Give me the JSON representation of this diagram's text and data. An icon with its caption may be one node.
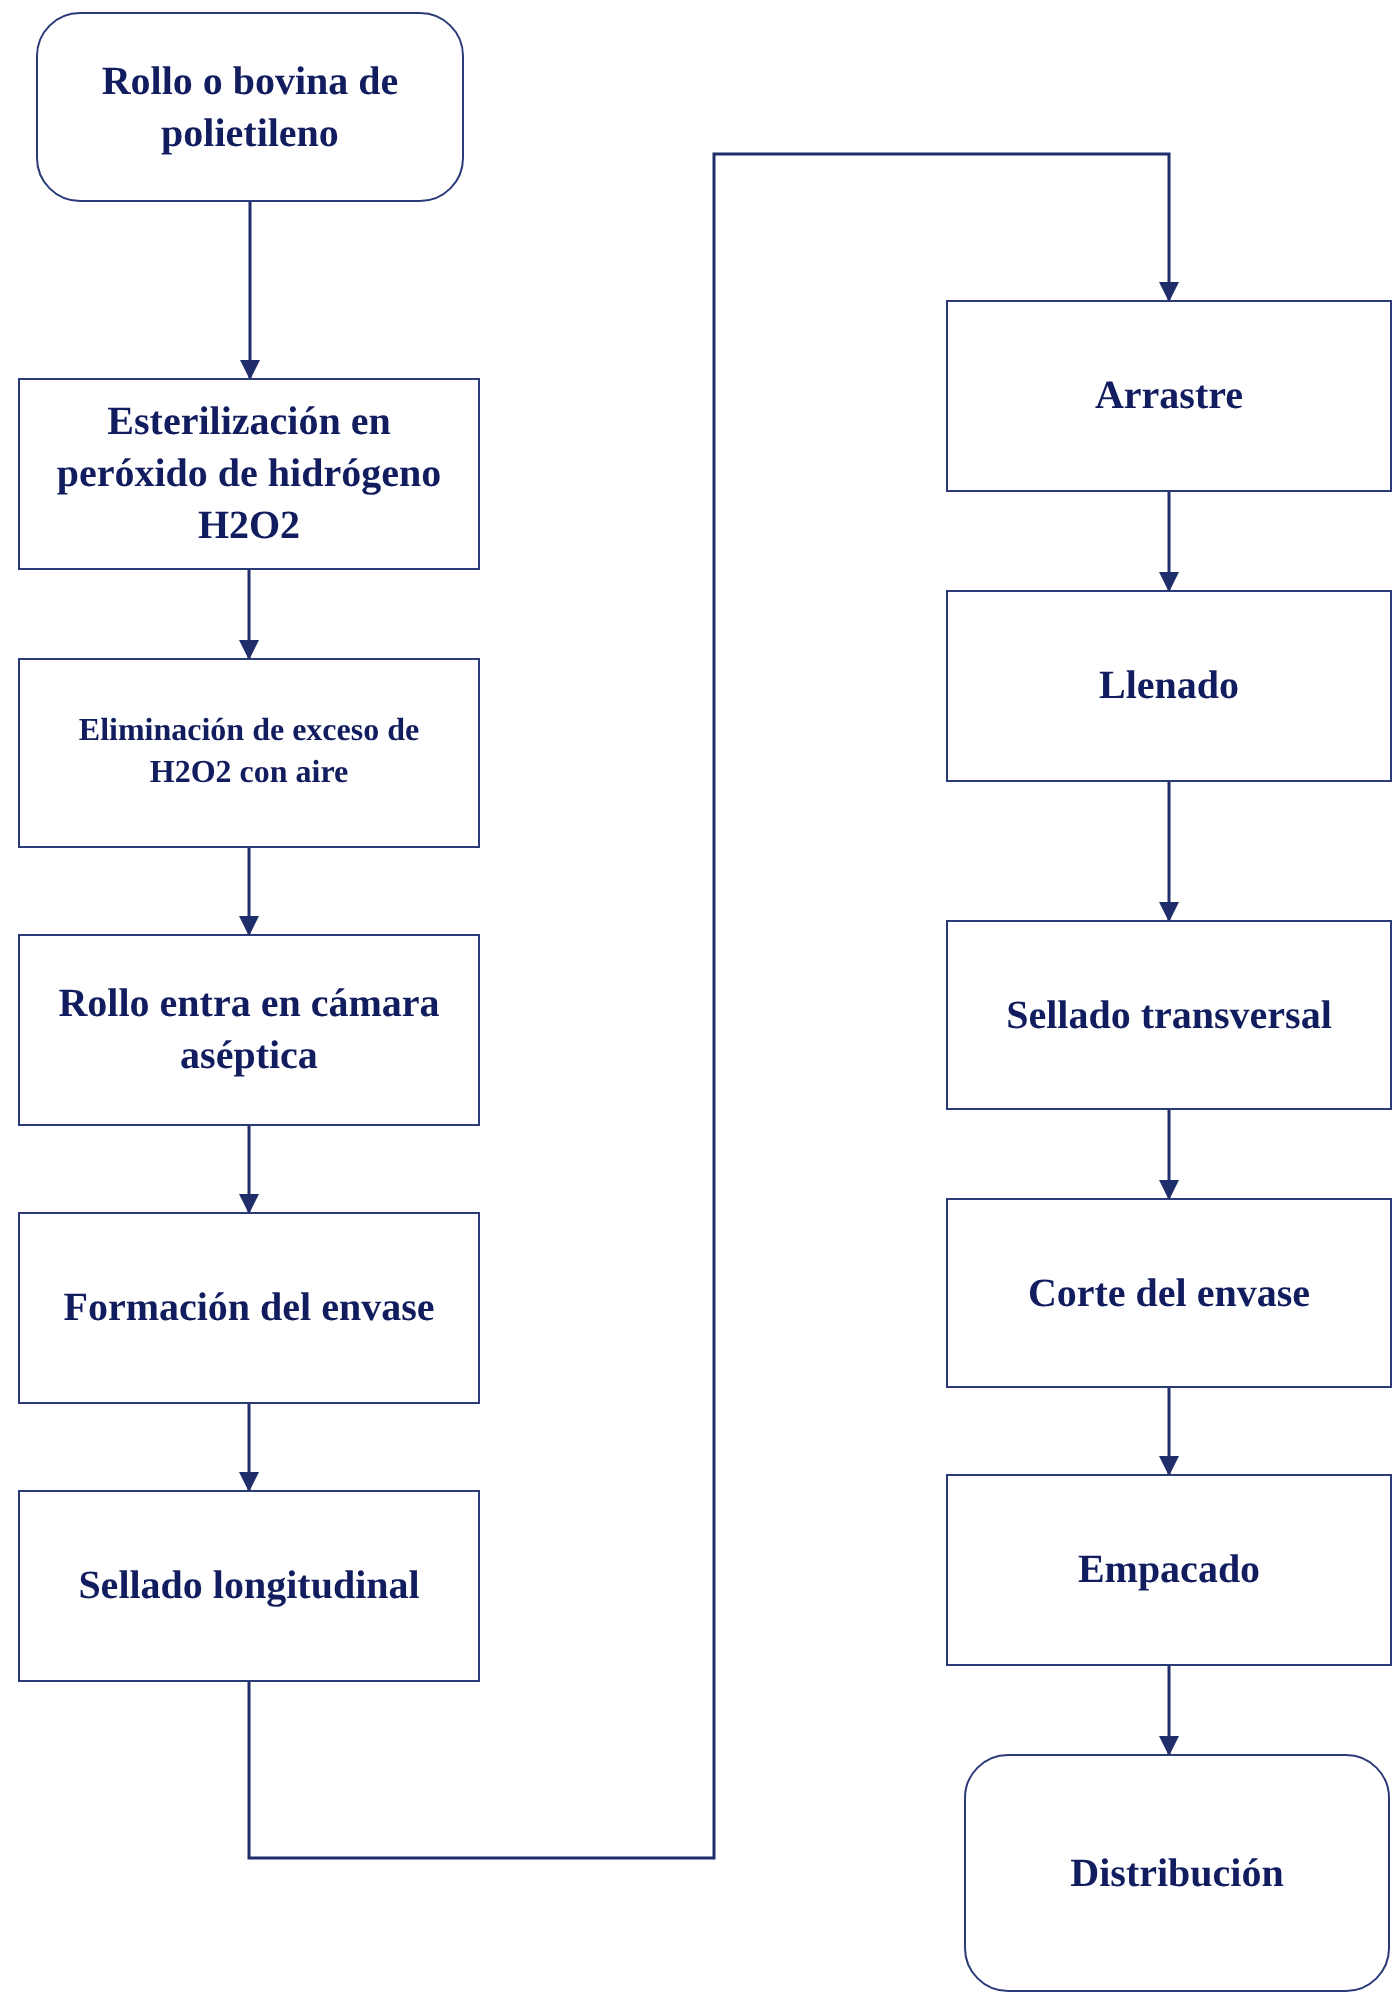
{
  "diagram": {
    "nodes": [
      {
        "text": [
          "Rollo o bovina de polietileno"
        ]
      },
      {
        "text": [
          "Esterilización en peróxido de hidrógeno H2O2"
        ]
      },
      {
        "text": [
          "Eliminación de exceso de H2O2 con aire"
        ]
      },
      {
        "text": [
          "Rollo entra en cámara aséptica"
        ]
      },
      {
        "text": [
          "Formación del envase"
        ]
      },
      {
        "text": [
          "Sellado longitudinal"
        ]
      },
      {
        "text": [
          "Arrastre"
        ]
      },
      {
        "text": [
          "Llenado"
        ]
      },
      {
        "text": [
          "Sellado transversal"
        ]
      },
      {
        "text": [
          "Corte del envase"
        ]
      },
      {
        "text": [
          "Empacado"
        ]
      },
      {
        "text": [
          "Distribución"
        ]
      }
    ],
    "edges": [
      {
        "from": 0,
        "to": 1,
        "arrow": "to"
      },
      {
        "from": 1,
        "to": 2,
        "arrow": "to"
      },
      {
        "from": 2,
        "to": 3,
        "arrow": "to"
      },
      {
        "from": 3,
        "to": 4,
        "arrow": "to"
      },
      {
        "from": 4,
        "to": 5,
        "arrow": "to"
      },
      {
        "from": 5,
        "to": 6,
        "arrow": "to"
      },
      {
        "from": 6,
        "to": 7,
        "arrow": "to"
      },
      {
        "from": 7,
        "to": 8,
        "arrow": "to"
      },
      {
        "from": 8,
        "to": 9,
        "arrow": "to"
      },
      {
        "from": 9,
        "to": 10,
        "arrow": "to"
      },
      {
        "from": 10,
        "to": 11,
        "arrow": "to"
      }
    ]
  }
}
